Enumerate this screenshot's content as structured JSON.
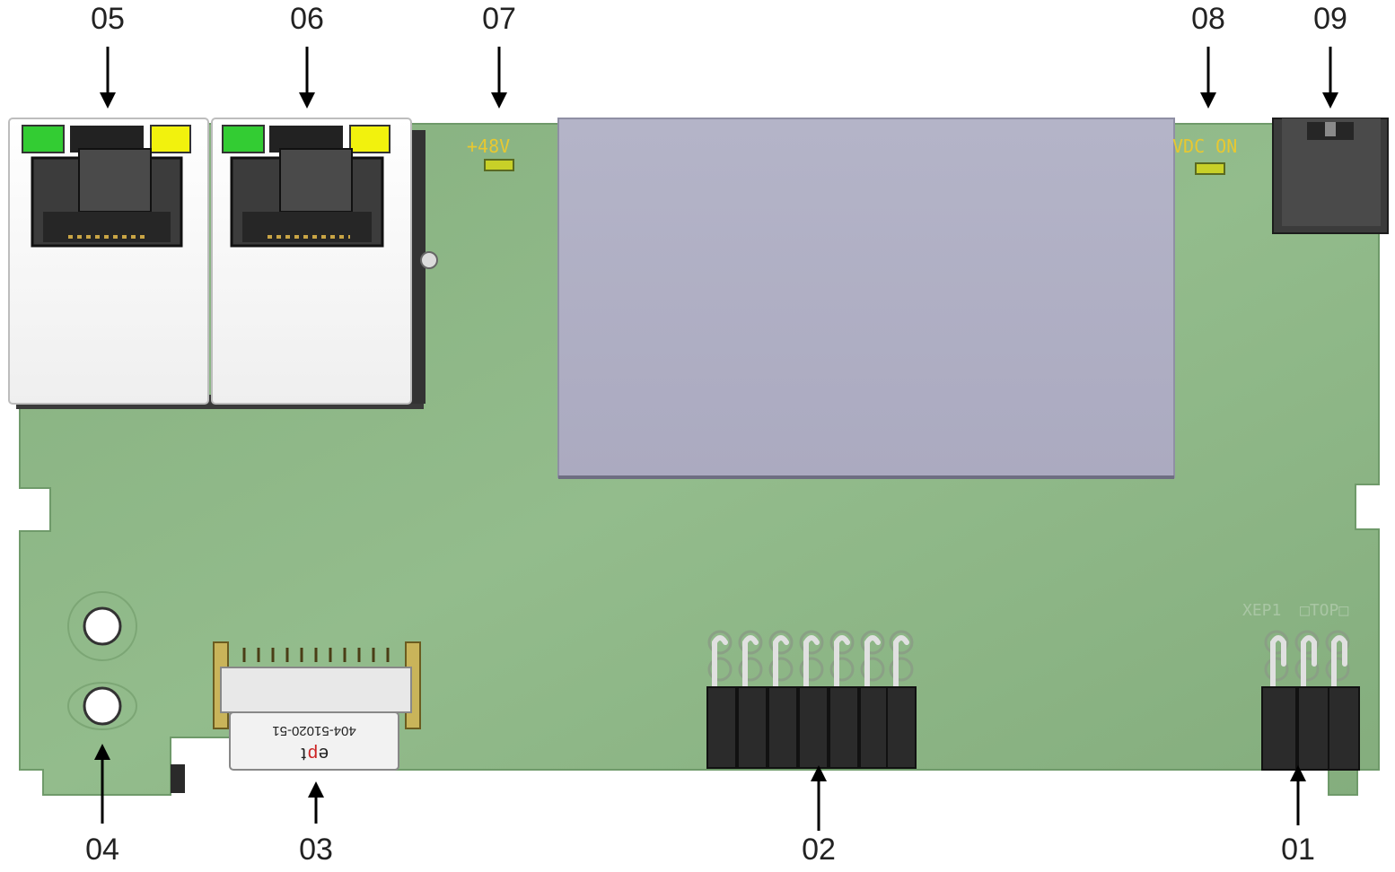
{
  "callouts": {
    "c01": "01",
    "c02": "02",
    "c03": "03",
    "c04": "04",
    "c05": "05",
    "c06": "06",
    "c07": "07",
    "c08": "08",
    "c09": "09"
  },
  "silkscreen": {
    "led_48v": "+48V",
    "led_vdc_on": "VDC ON",
    "header_ref": "XEP1",
    "header_top": "□TOP□"
  },
  "ribbon": {
    "part_number": "404-51020-51",
    "brand_e": "e",
    "brand_p": "p",
    "brand_t": "t"
  },
  "colors": {
    "pcb": "#8cb585",
    "pcb_edge": "#6f9a6a",
    "module": "#b2b2c6",
    "led_green": "#33cc33",
    "led_yellow": "#f2f20d",
    "silkscreen": "#e8c830",
    "header": "#2b2b2b",
    "brand_red": "#cc2222"
  }
}
